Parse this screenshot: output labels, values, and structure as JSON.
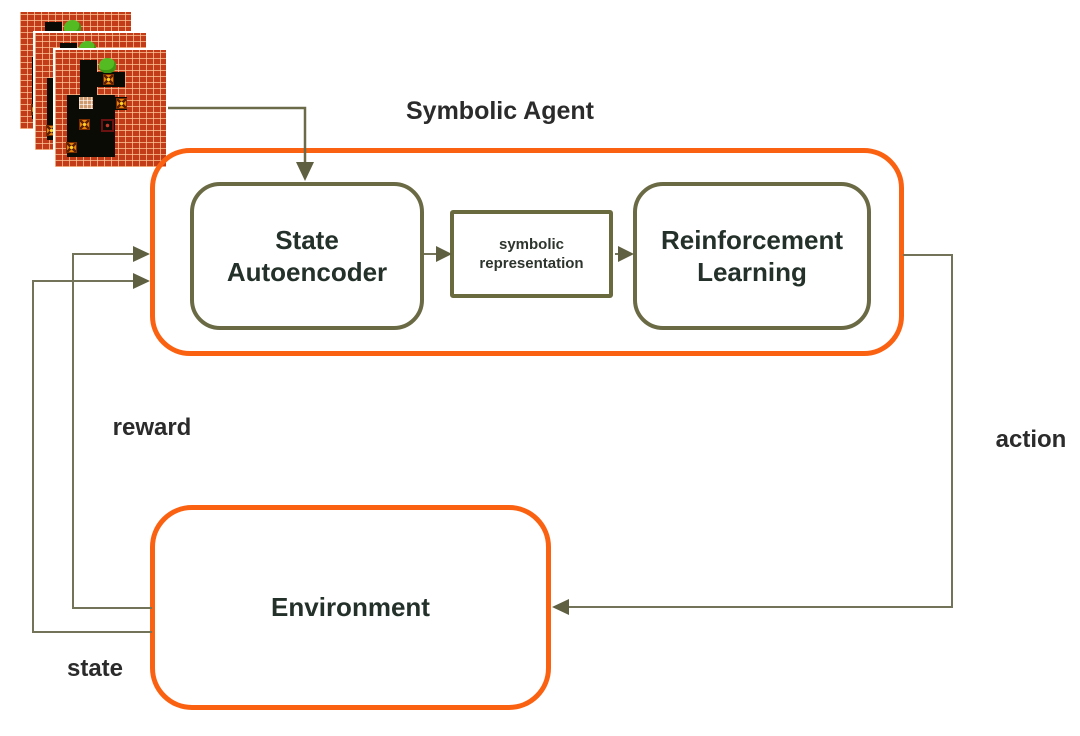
{
  "diagram": {
    "title": "Symbolic Agent",
    "nodes": {
      "state_autoencoder": "State Autoencoder",
      "symbolic_representation": "symbolic representation",
      "reinforcement_learning": "Reinforcement Learning",
      "environment": "Environment"
    },
    "edge_labels": {
      "reward": "reward",
      "state": "state",
      "action": "action"
    },
    "icons": {
      "input": "game-screenshot-stack-icon"
    },
    "colors": {
      "agent_box_border": "#fa6212",
      "node_box_border": "#6a6a45",
      "connector_line": "#73735a",
      "arrowhead": "#5f5f41",
      "label_text": "#2b2b2b",
      "game_brick": "#c23c1a",
      "game_room": "#0b0b06",
      "game_crate": "#e5820a",
      "game_player": "#55bb22"
    }
  }
}
